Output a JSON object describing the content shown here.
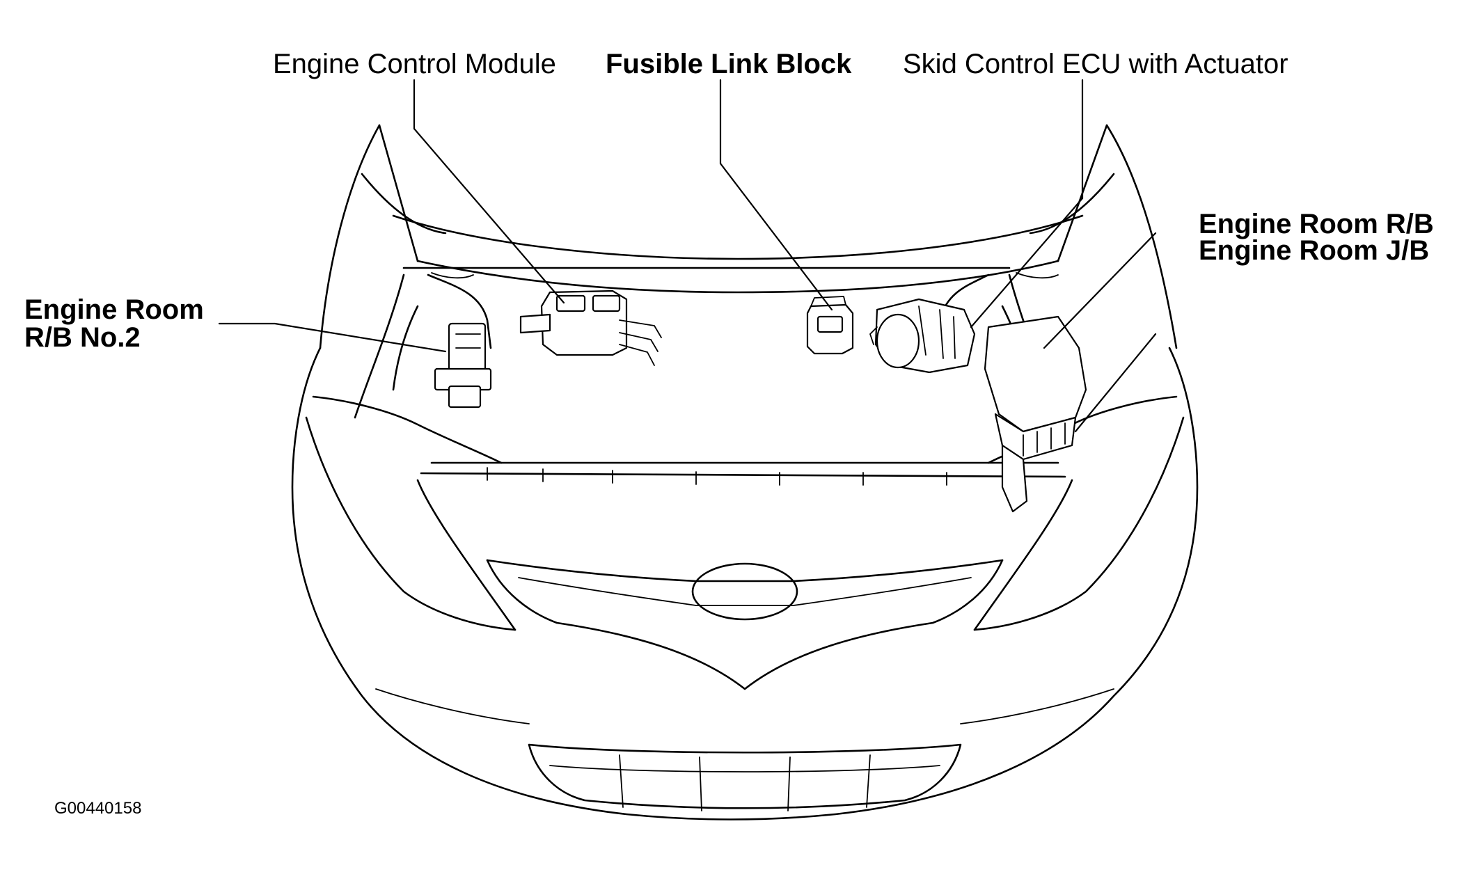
{
  "labels": {
    "engine_control_module": "Engine Control Module",
    "fusible_link_block": "Fusible Link Block",
    "skid_control_ecu": "Skid Control ECU with Actuator",
    "engine_room_rb": "Engine Room R/B",
    "engine_room_jb": "Engine Room J/B",
    "engine_room_rb_no2_line1": "Engine Room",
    "engine_room_rb_no2_line2": "R/B No.2",
    "figure_id": "G00440158"
  }
}
